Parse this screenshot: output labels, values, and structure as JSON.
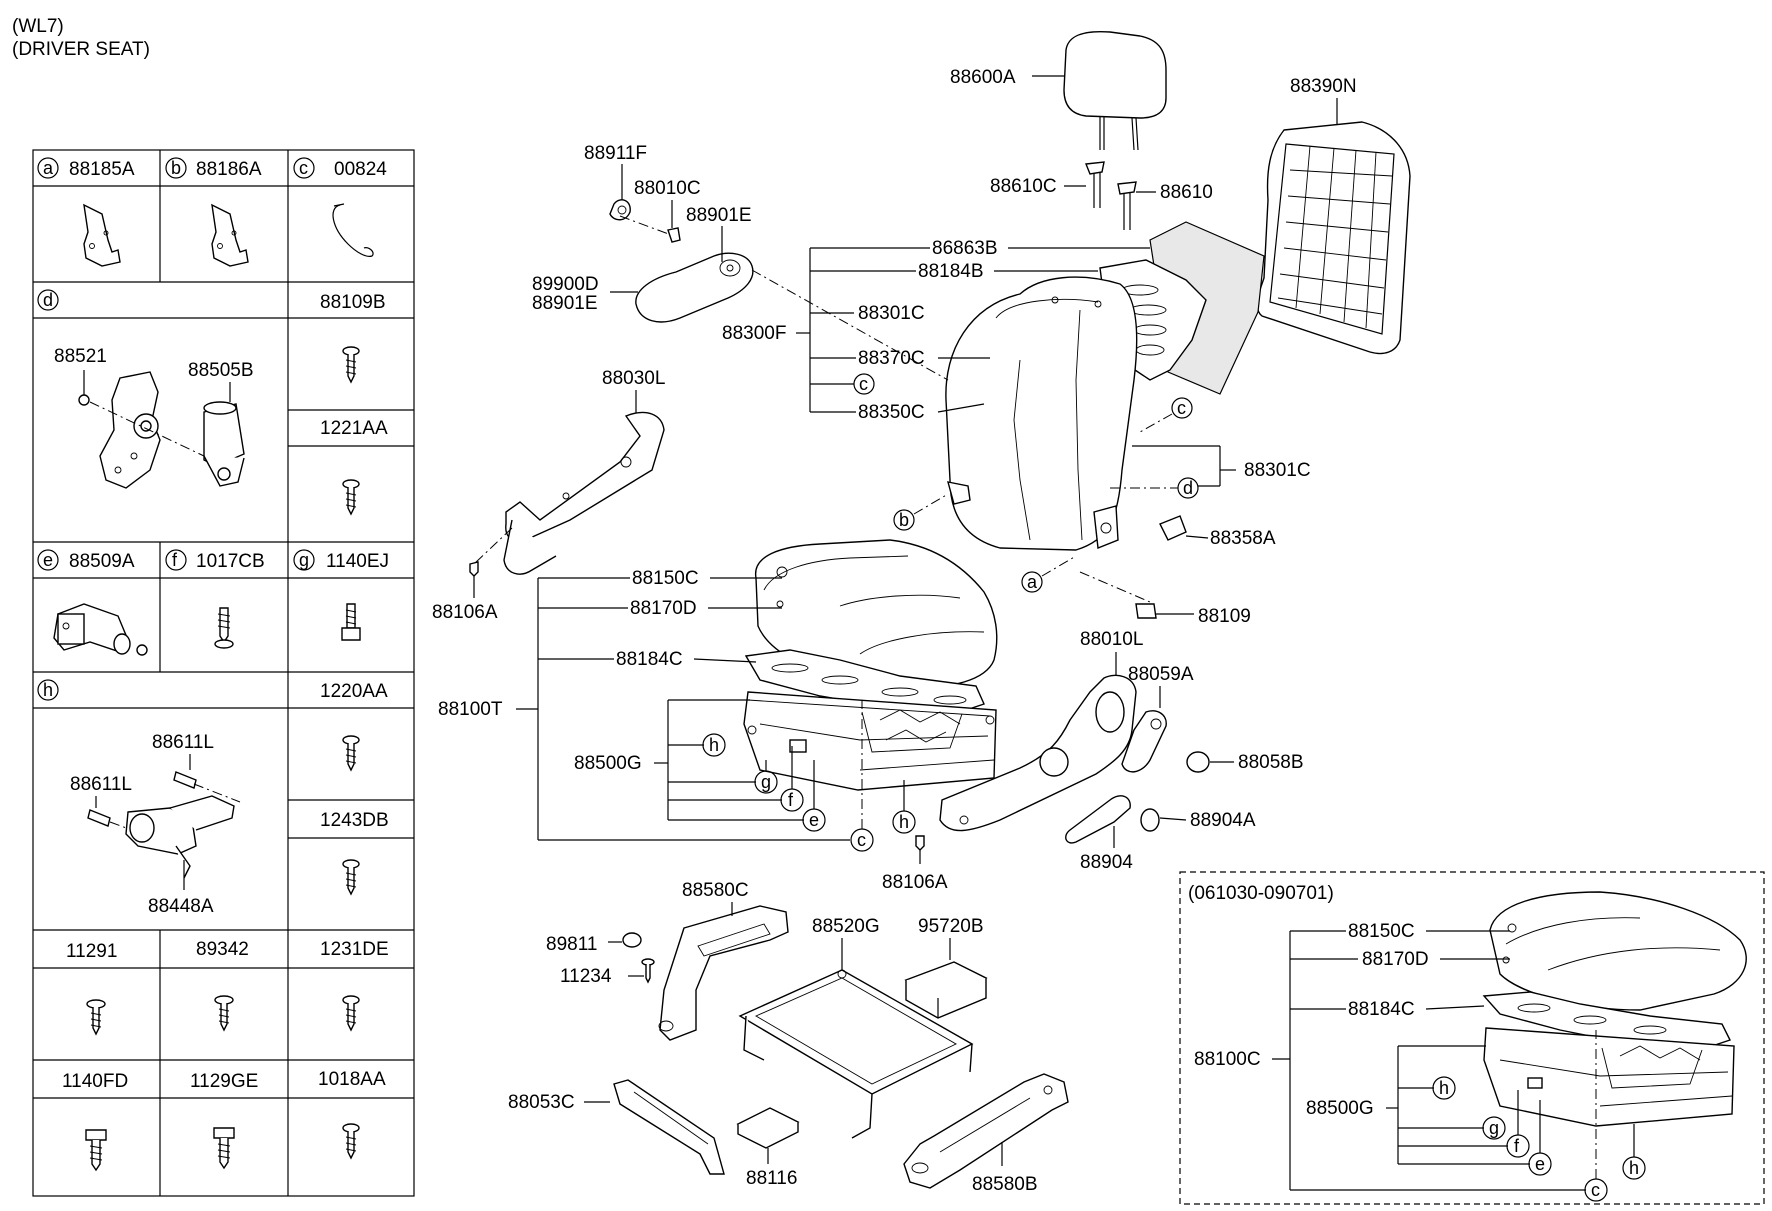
{
  "header": {
    "line1": "(WL7)",
    "line2": "(DRIVER SEAT)"
  },
  "table": {
    "a": "88185A",
    "b": "88186A",
    "c": "00824",
    "d_right": "88109B",
    "d_parts": [
      "88521",
      "88505B"
    ],
    "r_1221": "1221AA",
    "e": "88509A",
    "f": "1017CB",
    "g": "1140EJ",
    "h_right": "1220AA",
    "h_parts": [
      "88611L",
      "88611L",
      "88448A"
    ],
    "r_1243": "1243DB",
    "row5": [
      "11291",
      "89342",
      "1231DE"
    ],
    "row6": [
      "1140FD",
      "1129GE",
      "1018AA"
    ]
  },
  "letters": [
    "a",
    "b",
    "c",
    "d",
    "e",
    "f",
    "g",
    "h"
  ],
  "main": {
    "l88600A": "88600A",
    "l88610C": "88610C",
    "l88610": "88610",
    "l88390N": "88390N",
    "l86863B": "86863B",
    "l88184B": "88184B",
    "l88301C_a": "88301C",
    "l88300F": "88300F",
    "l88370C": "88370C",
    "l88350C": "88350C",
    "l88301C_b": "88301C",
    "l88358A": "88358A",
    "l88109": "88109",
    "l88911F": "88911F",
    "l88010C": "88010C",
    "l88901E_a": "88901E",
    "l89900D": "89900D",
    "l88901E_b": "88901E",
    "l88030L": "88030L",
    "l88106A_a": "88106A",
    "l88150C": "88150C",
    "l88170D": "88170D",
    "l88184C": "88184C",
    "l88100T": "88100T",
    "l88500G": "88500G",
    "l88010L": "88010L",
    "l88059A": "88059A",
    "l88058B": "88058B",
    "l88904A": "88904A",
    "l88904": "88904",
    "l88106A_b": "88106A",
    "l88580C": "88580C",
    "l88520G": "88520G",
    "l95720B": "95720B",
    "l89811": "89811",
    "l11234": "11234",
    "l88053C": "88053C",
    "l88116": "88116",
    "l88580B": "88580B"
  },
  "inset": {
    "title": "(061030-090701)",
    "l88150C": "88150C",
    "l88170D": "88170D",
    "l88184C": "88184C",
    "l88100C": "88100C",
    "l88500G": "88500G"
  }
}
